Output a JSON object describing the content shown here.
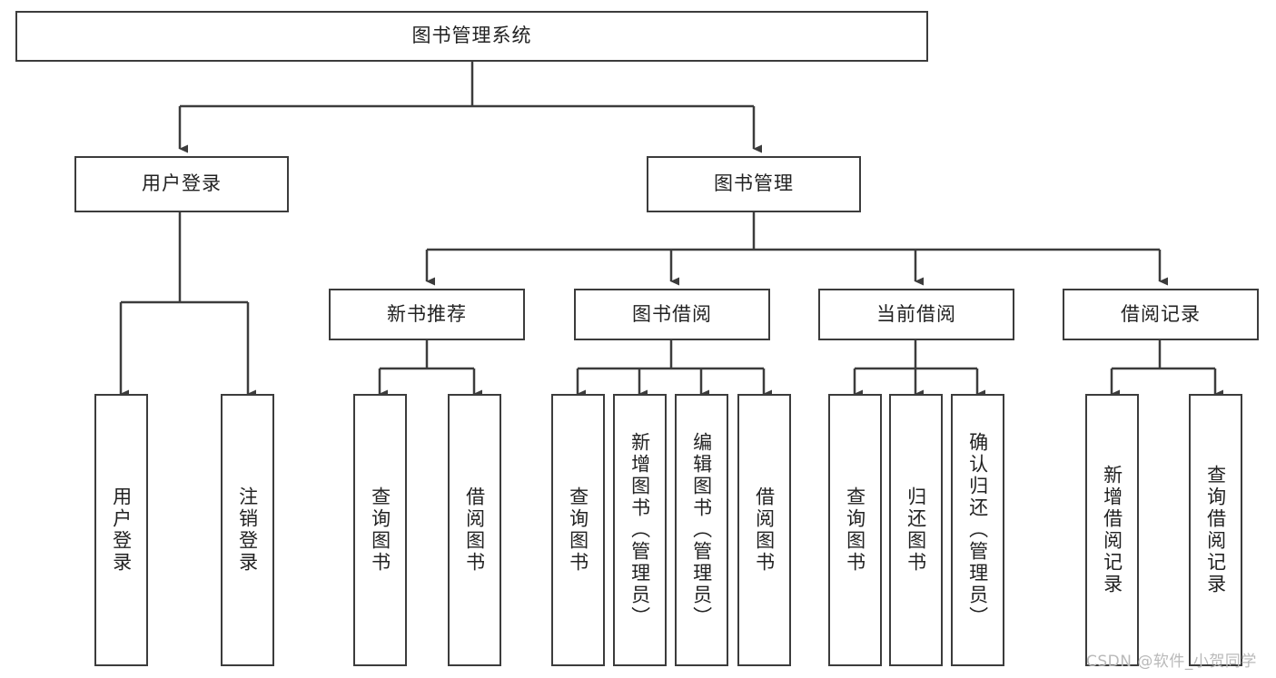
{
  "diagram": {
    "title_node": {
      "label": "图书管理系统"
    },
    "level2": [
      {
        "id": "user-login",
        "label": "用户登录"
      },
      {
        "id": "book-management",
        "label": "图书管理"
      }
    ],
    "level3": [
      {
        "id": "new-book-recommend",
        "label": "新书推荐"
      },
      {
        "id": "book-borrow",
        "label": "图书借阅"
      },
      {
        "id": "current-borrow",
        "label": "当前借阅"
      },
      {
        "id": "borrow-record",
        "label": "借阅记录"
      }
    ],
    "leaves": [
      {
        "id": "leaf-user-login",
        "label": "用户登录",
        "parent": "user-login"
      },
      {
        "id": "leaf-logout-login",
        "label": "注销登录",
        "parent": "user-login"
      },
      {
        "id": "leaf-query-book-1",
        "label": "查询图书",
        "parent": "new-book-recommend"
      },
      {
        "id": "leaf-borrow-book-1",
        "label": "借阅图书",
        "parent": "new-book-recommend"
      },
      {
        "id": "leaf-query-book-2",
        "label": "查询图书",
        "parent": "book-borrow"
      },
      {
        "id": "leaf-add-book",
        "label": "新增图书（管理员）",
        "parent": "book-borrow"
      },
      {
        "id": "leaf-edit-book",
        "label": "编辑图书（管理员）",
        "parent": "book-borrow"
      },
      {
        "id": "leaf-borrow-book-2",
        "label": "借阅图书",
        "parent": "book-borrow"
      },
      {
        "id": "leaf-query-book-3",
        "label": "查询图书",
        "parent": "current-borrow"
      },
      {
        "id": "leaf-return-book",
        "label": "归还图书",
        "parent": "current-borrow"
      },
      {
        "id": "leaf-confirm-return",
        "label": "确认归还（管理员）",
        "parent": "current-borrow"
      },
      {
        "id": "leaf-add-record",
        "label": "新增借阅记录",
        "parent": "borrow-record"
      },
      {
        "id": "leaf-query-record",
        "label": "查询借阅记录",
        "parent": "borrow-record"
      }
    ],
    "watermark": "CSDN @软件_小贺同学",
    "colors": {
      "stroke": "#3c3c3c",
      "box_fill": "#ffffff",
      "text": "#222222",
      "watermark": "#b9b9b9",
      "background": "#ffffff"
    }
  }
}
